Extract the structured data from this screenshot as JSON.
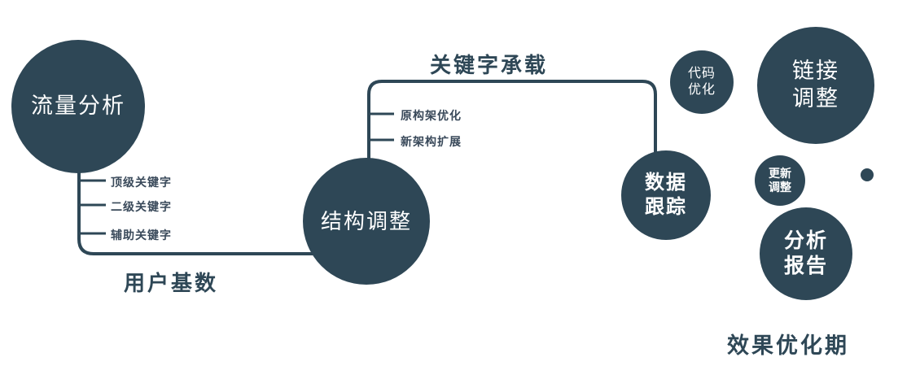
{
  "colors": {
    "primary": "#2e4756",
    "branch_text": "#39495a",
    "node_text": "#ffffff",
    "background": "#ffffff"
  },
  "nodes": {
    "traffic": {
      "label": "流量分析"
    },
    "structure": {
      "label": "结构调整"
    },
    "tracking": {
      "line1": "数据",
      "line2": "跟踪"
    },
    "code": {
      "line1": "代码",
      "line2": "优化"
    },
    "link": {
      "line1": "链接",
      "line2": "调整"
    },
    "update": {
      "line1": "更新",
      "line2": "调整"
    },
    "report": {
      "line1": "分析",
      "line2": "报告"
    }
  },
  "edges": {
    "user_base": "用户基数",
    "keyword_carry": "关键字承载"
  },
  "branches": {
    "left": [
      "顶级关键字",
      "二级关键字",
      "辅助关键字"
    ],
    "mid": [
      "原构架优化",
      "新架构扩展"
    ]
  },
  "footer": "效果优化期"
}
